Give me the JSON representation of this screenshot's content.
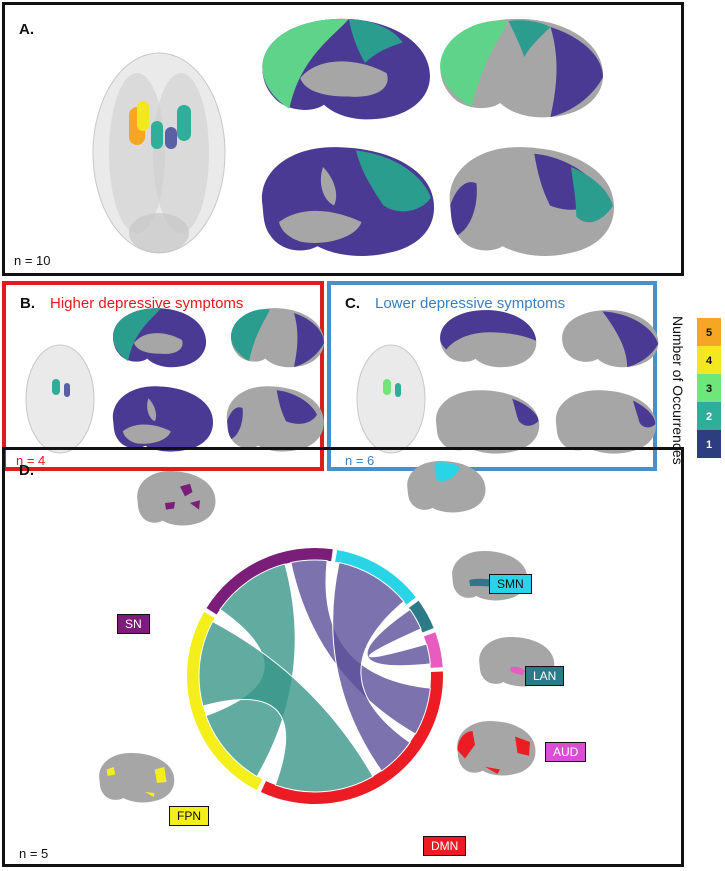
{
  "panels": {
    "a": {
      "label": "A.",
      "n": "n = 10"
    },
    "b": {
      "label": "B.",
      "title": "Higher depressive symptoms",
      "n": "n = 4"
    },
    "c": {
      "label": "C.",
      "title": "Lower depressive symptoms",
      "n": "n = 6"
    },
    "d": {
      "label": "D.",
      "n": "n = 5"
    }
  },
  "colorbar": {
    "title": "Number of Occurrences",
    "ticks": [
      "5",
      "4",
      "3",
      "2",
      "1"
    ],
    "colors": [
      "#f5a623",
      "#f3e81d",
      "#6ee67a",
      "#2fae9a",
      "#2c3e7d"
    ]
  },
  "networks": [
    {
      "name": "SN",
      "color": "#7b1e7a"
    },
    {
      "name": "SMN",
      "color": "#29d4e6"
    },
    {
      "name": "LAN",
      "color": "#2a7a87"
    },
    {
      "name": "AUD",
      "color": "#e85bbf"
    },
    {
      "name": "DMN",
      "color": "#ec1c24"
    },
    {
      "name": "FPN",
      "color": "#f4ee1b"
    }
  ],
  "brain_colors": {
    "gray": "#a6a6a6",
    "purple": "#4b3a93",
    "teal": "#2a9d8f",
    "green": "#5fd38a"
  }
}
